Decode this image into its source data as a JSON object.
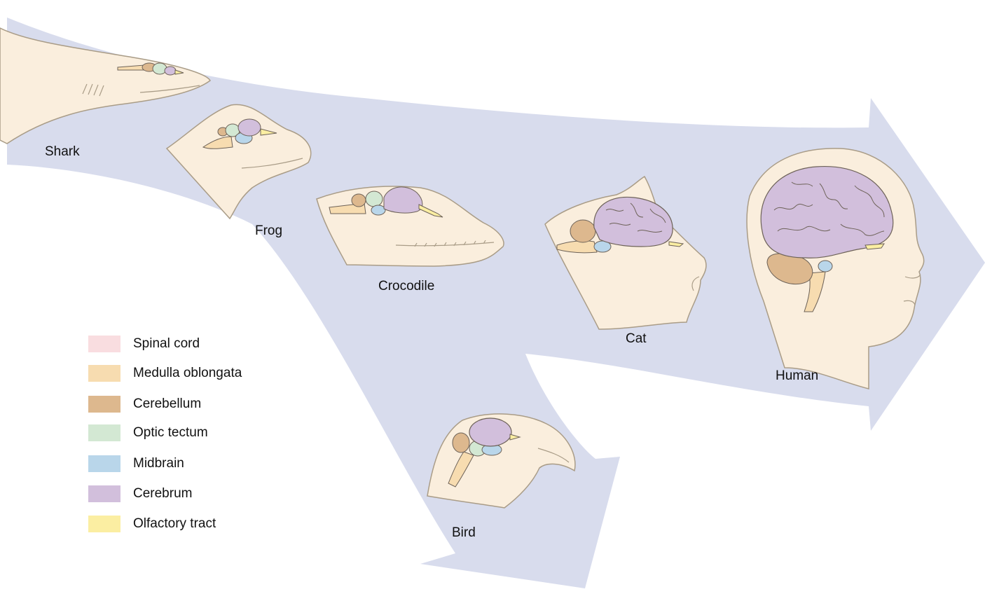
{
  "animals": {
    "shark": "Shark",
    "frog": "Frog",
    "crocodile": "Crocodile",
    "cat": "Cat",
    "human": "Human",
    "bird": "Bird"
  },
  "legend": [
    {
      "label": "Spinal cord",
      "color": "#f9dde0"
    },
    {
      "label": "Medulla oblongata",
      "color": "#f7dcb0"
    },
    {
      "label": "Cerebellum",
      "color": "#ddb88e"
    },
    {
      "label": "Optic tectum",
      "color": "#d3e8d3"
    },
    {
      "label": "Midbrain",
      "color": "#b9d6ea"
    },
    {
      "label": "Cerebrum",
      "color": "#d2bfdc"
    },
    {
      "label": "Olfactory tract",
      "color": "#fbeea2"
    }
  ],
  "colors": {
    "arrow": "#d8dced",
    "skin": "#faeedd",
    "outline": "#a99c87",
    "brain_outline": "#6d6258"
  }
}
